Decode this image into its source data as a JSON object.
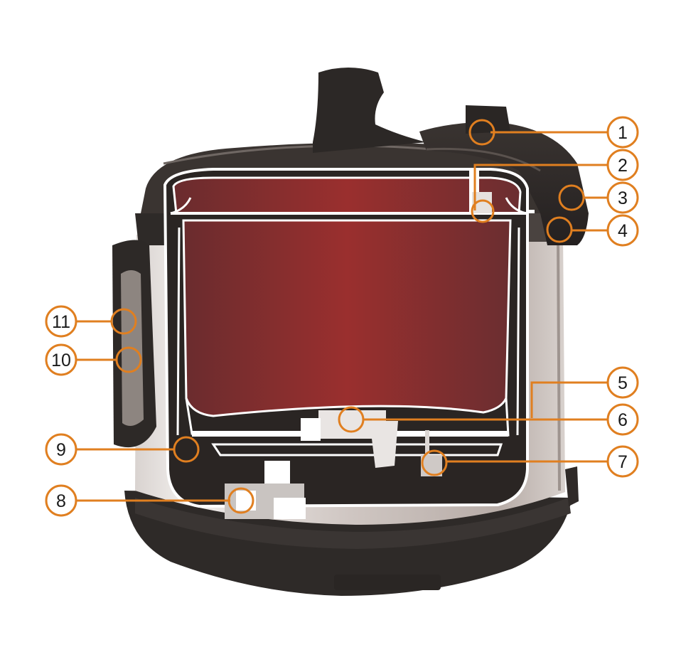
{
  "colors": {
    "callout": "#e07f20",
    "body_dark": "#2f2a27",
    "steel_light": "#ded9d6",
    "steel_mid": "#bdb3ae",
    "pot_red": "#8e2f2f",
    "pot_red_dark": "#6a2a2c",
    "outline": "#ffffff"
  },
  "callouts": {
    "c1": "1",
    "c2": "2",
    "c3": "3",
    "c4": "4",
    "c5": "5",
    "c6": "6",
    "c7": "7",
    "c8": "8",
    "c9": "9",
    "c10": "10",
    "c11": "11"
  }
}
